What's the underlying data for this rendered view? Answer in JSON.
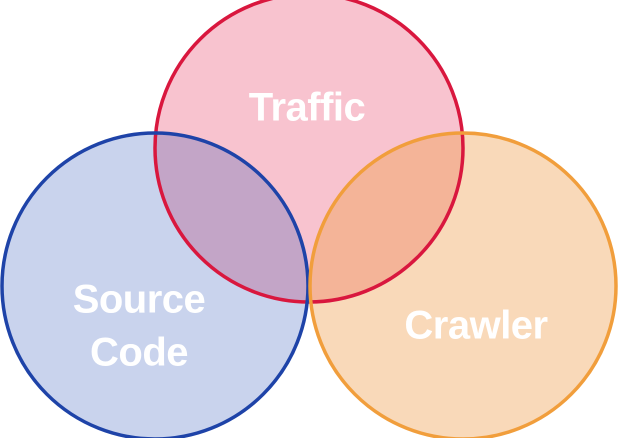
{
  "diagram": {
    "type": "venn",
    "sets": [
      {
        "key": "traffic",
        "label": "Traffic",
        "fill": "#f8c3cf",
        "stroke": "#d9173e"
      },
      {
        "key": "source_code",
        "label": [
          "Source",
          "Code"
        ],
        "fill": "#c9d3ed",
        "stroke": "#1e43a8"
      },
      {
        "key": "crawler",
        "label": "Crawler",
        "fill": "#f9d9b9",
        "stroke": "#f19e3c"
      }
    ],
    "overlaps": {
      "traffic_source_code": "#c3a5c7",
      "traffic_crawler": "#f4b498"
    },
    "label_color": "#ffffff",
    "background": "#ffffff"
  }
}
